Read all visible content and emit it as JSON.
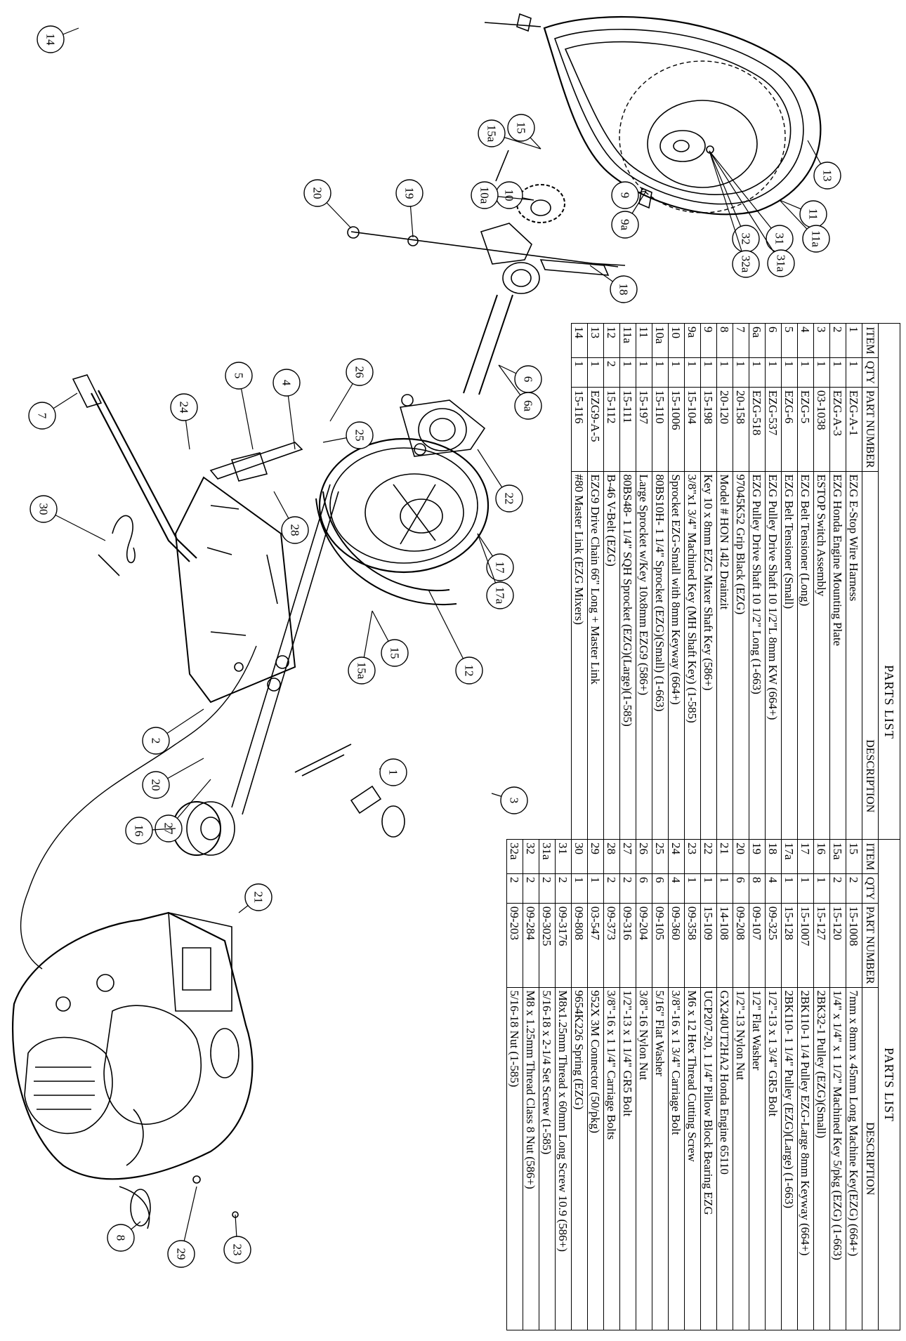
{
  "left_table": {
    "title": "PARTS LIST",
    "headers": {
      "item": "ITEM",
      "qty": "QTY",
      "part_number": "PART NUMBER",
      "description": "DESCRIPTION"
    },
    "rows": [
      {
        "item": "1",
        "qty": "1",
        "part": "EZG-A-1",
        "desc": "EZG E-Stop Wire Harness"
      },
      {
        "item": "2",
        "qty": "1",
        "part": "EZG-A-3",
        "desc": "EZG Honda Engine Mounting Plate"
      },
      {
        "item": "3",
        "qty": "1",
        "part": "03-1038",
        "desc": "ESTOP Switch Assembly"
      },
      {
        "item": "4",
        "qty": "1",
        "part": "EZG-5",
        "desc": "EZG Belt Tensioner (Long)"
      },
      {
        "item": "5",
        "qty": "1",
        "part": "EZG-6",
        "desc": "EZG Belt Tensioner (Small)"
      },
      {
        "item": "6",
        "qty": "1",
        "part": "EZG-537",
        "desc": "EZG Pulley Drive Shaft 10 1/2\"L 8mm KW (664+)"
      },
      {
        "item": "6a",
        "qty": "1",
        "part": "EZG-518",
        "desc": "EZG Pulley Drive Shaft 10 1/2\" Long (1-663)"
      },
      {
        "item": "7",
        "qty": "1",
        "part": "20-158",
        "desc": "97045K52 Grip Black (EZG)"
      },
      {
        "item": "8",
        "qty": "1",
        "part": "20-120",
        "desc": "Model # HON 14l2 Drainzit"
      },
      {
        "item": "9",
        "qty": "1",
        "part": "15-198",
        "desc": "Key 10 x 8mm EZG Mixer Shaft Key (586+)"
      },
      {
        "item": "9a",
        "qty": "1",
        "part": "15-104",
        "desc": "3/8\"x1 3/4\" Machined Key (MH Shaft Key) (1-585)"
      },
      {
        "item": "10",
        "qty": "1",
        "part": "15-1006",
        "desc": "Sprocket EZG-Small with 8mm Keyway (664+)"
      },
      {
        "item": "10a",
        "qty": "1",
        "part": "15-110",
        "desc": "80BS10H- 1 1/4\" Sprocket (EZG)(Small) (1-663)"
      },
      {
        "item": "11",
        "qty": "1",
        "part": "15-197",
        "desc": "Large Sprocket w/Key 10x8mm EZG9 (586+)"
      },
      {
        "item": "11a",
        "qty": "1",
        "part": "15-111",
        "desc": "80BS48- 1 1/4\" SQH Sprocket (EZG)(Large)(1-585)"
      },
      {
        "item": "12",
        "qty": "2",
        "part": "15-112",
        "desc": "B-46 V-Belt (EZG)"
      },
      {
        "item": "13",
        "qty": "1",
        "part": "EZG9-A-5",
        "desc": "EZG9 Drive Chain 66\" Long + Master Link"
      },
      {
        "item": "14",
        "qty": "1",
        "part": "15-116",
        "desc": "#80 Master Link (EZG Mixers)"
      }
    ]
  },
  "right_table": {
    "title": "PARTS LIST",
    "headers": {
      "item": "ITEM",
      "qty": "QTY",
      "part_number": "PART NUMBER",
      "description": "DESCRIPTION"
    },
    "rows": [
      {
        "item": "15",
        "qty": "2",
        "part": "15-1008",
        "desc": "7mm x 8mm x 45mm Long Machine Key(EZG) (664+)"
      },
      {
        "item": "15a",
        "qty": "2",
        "part": "15-120",
        "desc": "1/4\" x 1/4\" x 1 1/2\" Machined Key 5/pkg (EZG) (1-663)"
      },
      {
        "item": "16",
        "qty": "1",
        "part": "15-127",
        "desc": "2BK32-1 Pulley (EZG)(Small)"
      },
      {
        "item": "17",
        "qty": "1",
        "part": "15-1007",
        "desc": "2BK110-1 1/4 Pulley EZG-Large 8mm Keyway (664+)"
      },
      {
        "item": "17a",
        "qty": "1",
        "part": "15-128",
        "desc": "2BK110- 1 1/4\" Pulley (EZG)(Large) (1-663)"
      },
      {
        "item": "18",
        "qty": "4",
        "part": "09-325",
        "desc": "1/2\"-13 x 1 3/4\" GR5 Bolt"
      },
      {
        "item": "19",
        "qty": "8",
        "part": "09-107",
        "desc": "1/2\" Flat Washer"
      },
      {
        "item": "20",
        "qty": "6",
        "part": "09-208",
        "desc": "1/2\"-13 Nylon Nut"
      },
      {
        "item": "21",
        "qty": "1",
        "part": "14-108",
        "desc": "GX240UT2HA2 Honda Engine 65110"
      },
      {
        "item": "22",
        "qty": "1",
        "part": "15-109",
        "desc": "UCP207-20, 1 1/4\" Pillow Block Bearing EZG"
      },
      {
        "item": "23",
        "qty": "1",
        "part": "09-358",
        "desc": "M6 x 12 Hex Thread Cutting Screw"
      },
      {
        "item": "24",
        "qty": "4",
        "part": "09-360",
        "desc": "3/8\"-16 x 1 3/4\" Carriage Bolt"
      },
      {
        "item": "25",
        "qty": "6",
        "part": "09-105",
        "desc": "5/16\" Flat Washer"
      },
      {
        "item": "26",
        "qty": "6",
        "part": "09-204",
        "desc": "3/8\"-16 Nylon Nut"
      },
      {
        "item": "27",
        "qty": "2",
        "part": "09-316",
        "desc": "1/2\"-13 x 1 1/4\" GR5 Bolt"
      },
      {
        "item": "28",
        "qty": "2",
        "part": "09-373",
        "desc": "3/8\"-16 x 1 1/4\" Carriage Bolts"
      },
      {
        "item": "29",
        "qty": "1",
        "part": "03-547",
        "desc": "952X 3M Connector (50/pkg)"
      },
      {
        "item": "30",
        "qty": "1",
        "part": "09-808",
        "desc": "9654K226 Spring (EZG)"
      },
      {
        "item": "31",
        "qty": "2",
        "part": "09-3176",
        "desc": "M8x1.25mm Thread x 60mm Long Screw 10.9 (586+)"
      },
      {
        "item": "31a",
        "qty": "2",
        "part": "09-3025",
        "desc": "5/16-18 x 2-1/4 Set Screw (1-585)"
      },
      {
        "item": "32",
        "qty": "2",
        "part": "09-284",
        "desc": "M8 x 1.25mm Thread Class 8 Nut (586+)"
      },
      {
        "item": "32a",
        "qty": "2",
        "part": "09-203",
        "desc": "5/16-18 Nut (1-585)"
      }
    ]
  },
  "balloons": [
    "1",
    "2",
    "3",
    "4",
    "5",
    "6",
    "6a",
    "7",
    "8",
    "9",
    "9a",
    "10",
    "10a",
    "11",
    "11a",
    "12",
    "13",
    "14",
    "15",
    "15a",
    "15",
    "15a",
    "16",
    "17",
    "17a",
    "18",
    "19",
    "20",
    "20",
    "21",
    "22",
    "23",
    "24",
    "25",
    "26",
    "27",
    "28",
    "29",
    "30",
    "31",
    "31a",
    "32",
    "32a"
  ]
}
